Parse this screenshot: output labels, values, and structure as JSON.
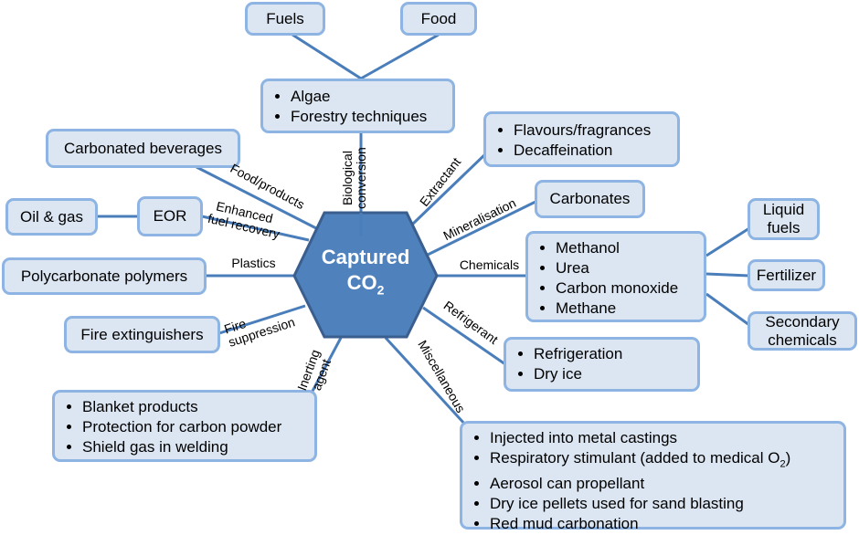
{
  "center": {
    "title": "Captured",
    "formula_main": "CO",
    "formula_sub": "2"
  },
  "colors": {
    "box_fill": "#dce6f2",
    "box_border": "#8eb4e3",
    "line": "#4a7ebb",
    "hex_fill": "#4f81bd",
    "hex_border": "#3a5f8f"
  },
  "nodes": {
    "fuels": "Fuels",
    "food": "Food",
    "biological": [
      "Algae",
      "Forestry techniques"
    ],
    "extractant": [
      "Flavours/fragrances",
      "Decaffeination"
    ],
    "carbonates": "Carbonates",
    "chemicals": [
      "Methanol",
      "Urea",
      "Carbon monoxide",
      "Methane"
    ],
    "liquid_fuels": "Liquid fuels",
    "fertilizer": "Fertilizer",
    "secondary_chemicals": "Secondary chemicals",
    "refrigerant": [
      "Refrigeration",
      "Dry ice"
    ],
    "misc": [
      "Injected into metal castings",
      "Respiratory stimulant (added to medical O",
      "Aerosol can propellant",
      "Dry ice pellets used for sand blasting",
      "Red mud carbonation"
    ],
    "misc_o2_sub": "2",
    "misc_o2_close": ")",
    "inerting": [
      "Blanket products",
      "Protection for carbon powder",
      "Shield gas in welding"
    ],
    "fire": "Fire extinguishers",
    "polycarbonate": "Polycarbonate polymers",
    "oil_gas": "Oil & gas",
    "eor": "EOR",
    "beverages": "Carbonated beverages"
  },
  "edge_labels": {
    "biological_1": "Biological",
    "biological_2": "conversion",
    "extractant": "Extractant",
    "mineralisation": "Mineralisation",
    "chemicals": "Chemicals",
    "refrigerant": "Refrigerant",
    "miscellaneous": "Miscellaneous",
    "inerting_1": "Inerting",
    "inerting_2": "agent",
    "fire_1": "Fire",
    "fire_2": "suppression",
    "plastics": "Plastics",
    "eor_1": "Enhanced",
    "eor_2": "fuel recovery",
    "food": "Food/products"
  }
}
